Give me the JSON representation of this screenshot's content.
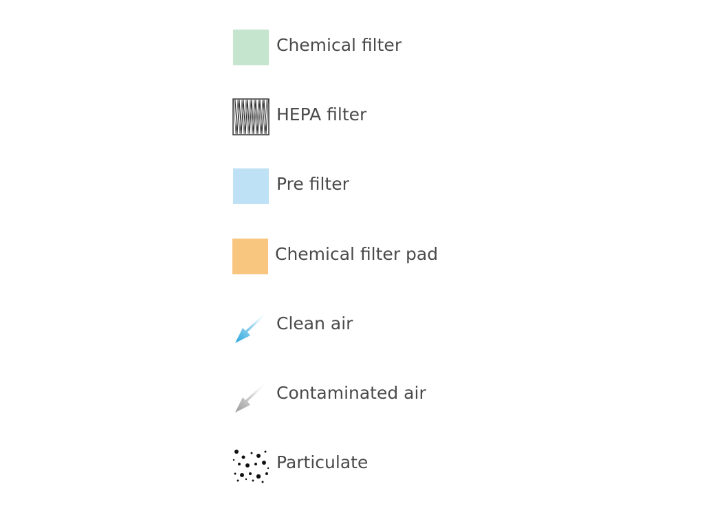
{
  "legend": {
    "items": [
      {
        "label": "Chemical filter",
        "icon": "solid-swatch",
        "color": "#C6E5CE"
      },
      {
        "label": "HEPA filter",
        "icon": "zigzag-pleat-swatch",
        "color": "#333333"
      },
      {
        "label": "Pre filter",
        "icon": "solid-swatch",
        "color": "#BFE1F5"
      },
      {
        "label": "Chemical filter pad",
        "icon": "solid-swatch",
        "color": "#F8C67F"
      },
      {
        "label": "Clean air",
        "icon": "arrow-down-left-icon",
        "color": "#3BAFE0"
      },
      {
        "label": "Contaminated air",
        "icon": "arrow-down-left-icon",
        "color": "#9A9A9A"
      },
      {
        "label": "Particulate",
        "icon": "dots-icon",
        "color": "#111111"
      }
    ]
  }
}
